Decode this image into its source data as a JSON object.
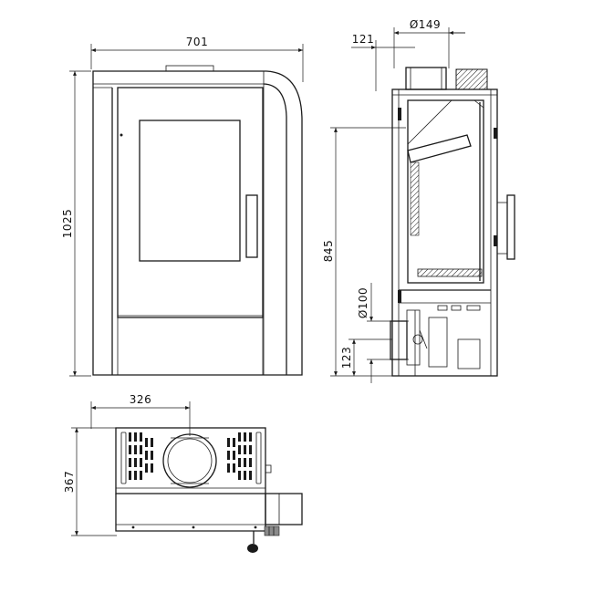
{
  "dimensions": {
    "front_width": "701",
    "front_height": "1025",
    "flue_diameter": "Ø149",
    "flue_offset": "121",
    "flue_height": "845",
    "outlet_diameter": "Ø100",
    "outlet_height": "123",
    "top_offset": "326",
    "top_depth": "367"
  },
  "colors": {
    "line": "#1a1a1a",
    "background": "#ffffff",
    "hatch": "#8a8a8a"
  }
}
